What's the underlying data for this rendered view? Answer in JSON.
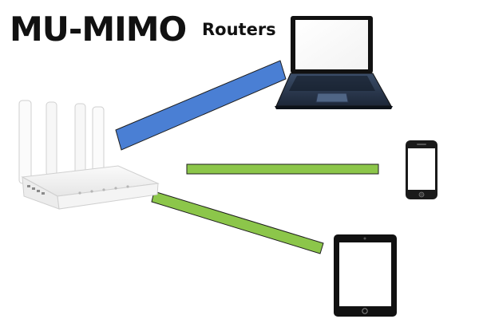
{
  "title": {
    "main": "MU-MIMO",
    "sub": "Routers"
  },
  "devices": {
    "source": "router-icon",
    "targets": [
      "laptop-icon",
      "smartphone-icon",
      "tablet-icon"
    ]
  },
  "links": [
    {
      "to": "laptop",
      "color": "#4a7fd4"
    },
    {
      "to": "smartphone",
      "color": "#8cc64a"
    },
    {
      "to": "tablet",
      "color": "#8cc64a"
    }
  ],
  "colors": {
    "background": "#ffffff",
    "text": "#111111",
    "link_blue": "#4a7fd4",
    "link_green": "#8cc64a",
    "outline": "#1e1e1e"
  }
}
